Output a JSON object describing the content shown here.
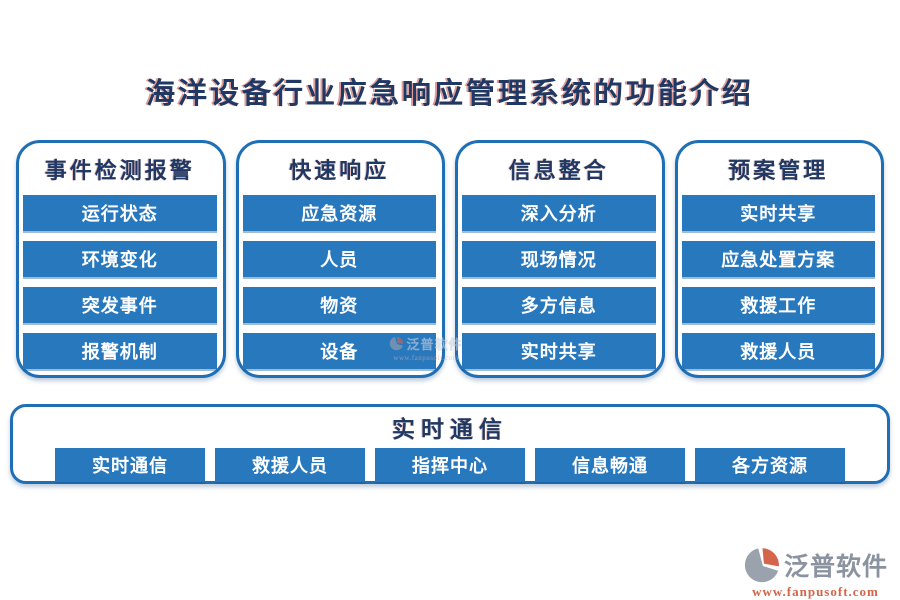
{
  "title": "海洋设备行业应急响应管理系统的功能介绍",
  "colors": {
    "button-blue": "#2878BE",
    "border-blue": "#1E6FB5",
    "text-navy": "#1F3864",
    "button-text": "#FFFFFF",
    "logo-gray": "#8B93A0",
    "logo-orange": "#D4654A"
  },
  "columns": [
    {
      "header": "事件检测报警",
      "items": [
        "运行状态",
        "环境变化",
        "突发事件",
        "报警机制"
      ]
    },
    {
      "header": "快速响应",
      "items": [
        "应急资源",
        "人员",
        "物资",
        "设备"
      ]
    },
    {
      "header": "信息整合",
      "items": [
        "深入分析",
        "现场情况",
        "多方信息",
        "实时共享"
      ]
    },
    {
      "header": "预案管理",
      "items": [
        "实时共享",
        "应急处置方案",
        "救援工作",
        "救援人员"
      ]
    }
  ],
  "bottom_section": {
    "header": "实时通信",
    "items": [
      "实时通信",
      "救援人员",
      "指挥中心",
      "信息畅通",
      "各方资源"
    ]
  },
  "watermark": {
    "text": "泛普软件",
    "url": "www.fanpusoft.com"
  },
  "logo": {
    "text": "泛普软件",
    "url": "www.fanpusoft.com"
  }
}
